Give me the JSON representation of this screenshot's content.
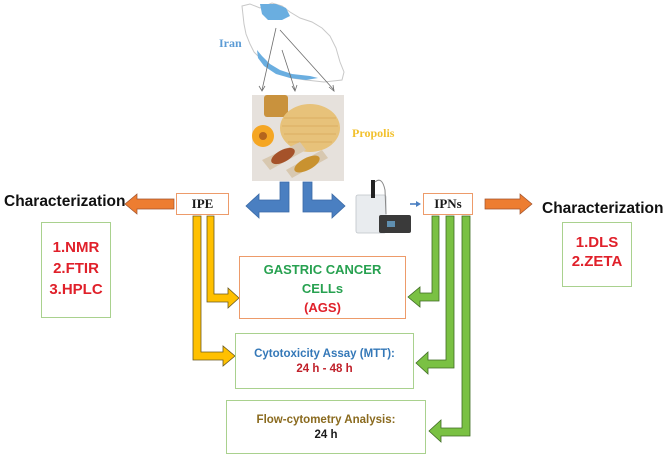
{
  "labels": {
    "iran": "Iran",
    "propolis": "Propolis",
    "ipe": "IPE",
    "ipns": "IPNs",
    "characterization_left": "Characterization",
    "characterization_right": "Characterization"
  },
  "methods_left": [
    "1.NMR",
    "2.FTIR",
    "3.HPLC"
  ],
  "methods_right": [
    "1.DLS",
    "2.ZETA"
  ],
  "gastric": {
    "line1": "GASTRIC CANCER",
    "line2": "CELLs",
    "line3": "(AGS)"
  },
  "mtt": {
    "title": "Cytotoxicity Assay (MTT):",
    "value": "24 h - 48 h"
  },
  "flow": {
    "title": "Flow-cytometry Analysis:",
    "value": "24 h"
  },
  "colors": {
    "map_blue": "#5b9bd5",
    "propolis_yellow": "#f2c12e",
    "arrow_orange": "#ed7d31",
    "arrow_blue": "#4a7fc1",
    "arrow_yellow": "#ffc000",
    "arrow_green": "#7ac143",
    "text_red": "#e0202a",
    "text_green": "#27a150",
    "text_blue": "#3478b8",
    "text_brown": "#8a6a1e"
  }
}
